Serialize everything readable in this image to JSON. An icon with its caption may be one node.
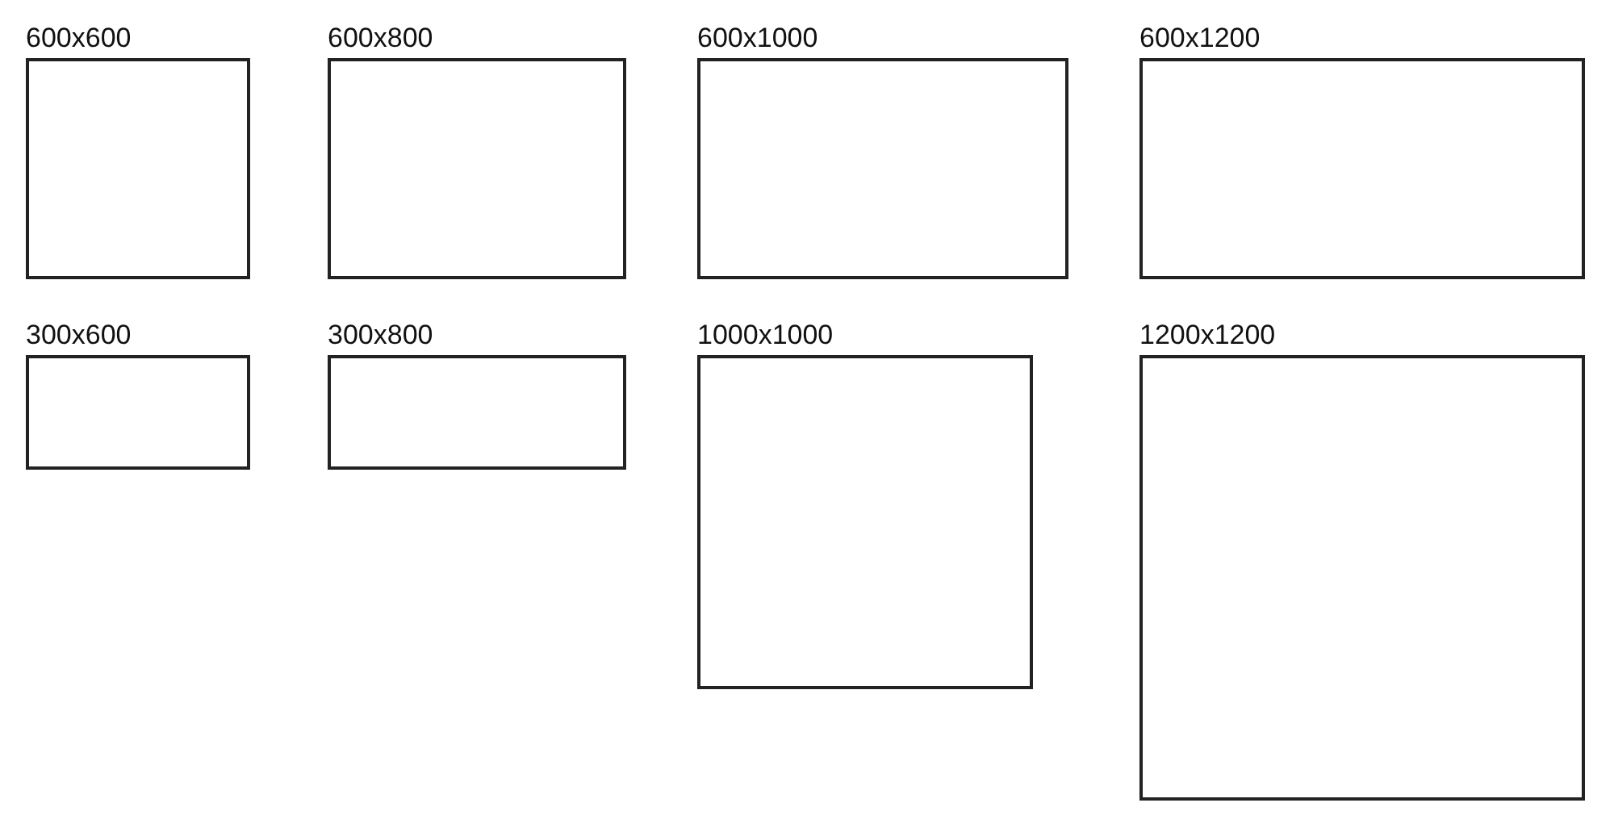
{
  "diagram": {
    "nodes": [
      {
        "text": [
          "600x600"
        ]
      },
      {
        "text": [
          "600x800"
        ]
      },
      {
        "text": [
          "600x1000"
        ]
      },
      {
        "text": [
          "600x1200"
        ]
      },
      {
        "text": [
          "300x600"
        ]
      },
      {
        "text": [
          "300x800"
        ]
      },
      {
        "text": [
          "1000x1000"
        ]
      },
      {
        "text": [
          "1200x1200"
        ]
      }
    ]
  }
}
